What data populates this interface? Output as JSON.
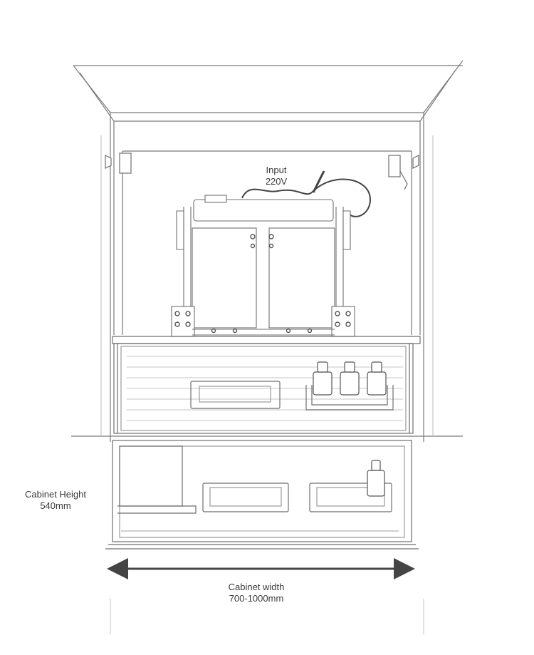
{
  "annotations": {
    "input": {
      "line1": "Input",
      "line2": "220V"
    },
    "cabinet_height": {
      "line1": "Cabinet Height",
      "line2": "540mm"
    },
    "cabinet_width": {
      "line1": "Cabinet width",
      "line2": "700-1000mm"
    }
  },
  "colors": {
    "line": "#6e6e6e",
    "light_line": "#b5b5b5",
    "arrow": "#444444",
    "text": "#3a3a3a"
  }
}
